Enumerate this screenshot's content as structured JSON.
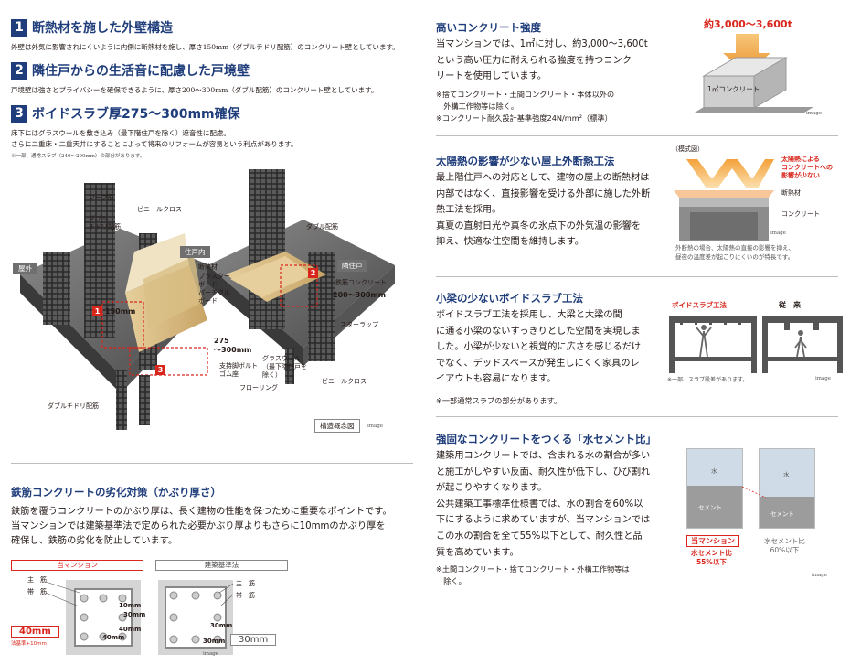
{
  "left": {
    "sections": [
      {
        "num": "1",
        "title": "断熱材を施した外壁構造",
        "body": [
          "外壁は外気に影響されにくいように内側に断熱材を施し、厚さ150mm（ダブルチドリ配筋）のコンクリート壁としています。"
        ]
      },
      {
        "num": "2",
        "title": "隣住戸からの生活音に配慮した戸境壁",
        "body": [
          "戸境壁は強さとプライバシーを確保できるように、厚さ200〜300mm（ダブル配筋）のコンクリート壁としています。"
        ]
      },
      {
        "num": "3",
        "title": "ボイドスラブ厚275〜300mm確保",
        "body": [
          "床下にはグラスウールを敷き込み（最下階住戸を除く）遮音性に配慮。",
          "さらに二重床・二重天井にすることによって将来のリフォームが容易という利点があります。"
        ],
        "note": "※一部、通常スラブ（240〜290mm）の部分があります。"
      }
    ],
    "diagram": {
      "labels": {
        "hoop": "フープ筋",
        "double_chidori": "ダブル\nチドリ配筋",
        "vinyl_cross_top": "ビニールクロス",
        "double_bar": "ダブル配筋",
        "outside": "屋外",
        "unit": "住戸内",
        "neighbor": "隣住戸",
        "insulation": "断熱材",
        "plaster_board": "プラスター\nボード",
        "particle_board": "パーチクル\nボード",
        "rebar_concrete": "鉄筋コンクリート",
        "thick_200_300": "200〜300mm",
        "thick_150": "150mm",
        "star_wrap": "スターラップ",
        "thick_275": "275\n〜300mm",
        "support_bolt": "支持脚ボルト\nゴム座",
        "glass_wool": "グラスウール\n（最下階住戸を\n除く）",
        "vinyl_cross_bottom": "ビニールクロス",
        "double_chidori_bottom": "ダブルチドリ配筋",
        "flooring": "フローリング",
        "badge1": "1",
        "badge2": "2",
        "badge3": "3"
      },
      "caption": "構造概念図",
      "image_tag": "image"
    },
    "cover": {
      "title": "鉄筋コンクリートの劣化対策（かぶり厚さ）",
      "body": [
        "鉄筋を覆うコンクリートのかぶり厚は、長く建物の性能を保つために重要なポイントです。",
        "当マンションでは建築基準法で定められた必要かぶり厚よりもさらに10mmのかぶり厚を",
        "確保し、鉄筋の劣化を防止しています。"
      ],
      "tab_left": "当マンション",
      "tab_right": "建築基準法",
      "main_bar": "主　筋",
      "hoop_bar": "帯　筋",
      "left_dims": {
        "a": "10mm",
        "b": "30mm",
        "c": "40mm",
        "d": "40mm"
      },
      "left_big": "40mm",
      "left_sub": "法基準+10mm",
      "right_dims": {
        "a": "30mm",
        "b": "30mm"
      },
      "right_big": "30mm",
      "image_tag": "image"
    }
  },
  "right": {
    "strength": {
      "title": "高いコンクリート強度",
      "body": [
        "当マンションでは、1㎡に対し、約3,000〜3,600t",
        "という高い圧力に耐えられる強度を持つコンク",
        "リートを使用しています。"
      ],
      "notes": [
        "※捨てコンクリート・土間コンクリート・本体以外の",
        "　外構工作物等は除く。",
        "※コンクリート耐久設計基準強度24N/mm²（標準）"
      ],
      "figure_value": "約3,000〜3,600t",
      "figure_label": "1㎡コンクリート",
      "image_tag": "image"
    },
    "roof": {
      "title": "太陽熱の影響が少ない屋上外断熱工法",
      "body": [
        "最上階住戸への対応として、建物の屋上の断熱材は",
        "内部ではなく、直接影響を受ける外部に施した外断",
        "熱工法を採用。",
        "真夏の直射日光や真冬の氷点下の外気温の影響を",
        "抑え、快適な住空間を維持します。"
      ],
      "figure_tag": "（模式図）",
      "heat_label": "太陽熱による\nコンクリートへの\n影響が少ない",
      "insulation_label": "断熱材",
      "concrete_label": "コンクリート",
      "caption": [
        "外断熱の場合、太陽熱の直接の影響を抑え、",
        "昼夜の温度差が起こりにくいのが特長です。"
      ],
      "image_tag": "image"
    },
    "void": {
      "title": "小梁の少ないボイドスラブ工法",
      "body": [
        "ボイドスラブ工法を採用し、大梁と大梁の間",
        "に通る小梁のないすっきりとした空間を実現しま",
        "した。小梁が少ないと視覚的に広さを感じるだけ",
        "でなく、デッドスペースが発生しにくく家具のレ",
        "イアウトも容易になります。"
      ],
      "note": "※一部通常スラブの部分があります。",
      "fig_left": "ボイドスラブ工法",
      "fig_right": "従　来",
      "fig_note": "※一部、スラブ段差があります。",
      "image_tag": "image"
    },
    "water": {
      "title": "強固なコンクリートをつくる「水セメント比」",
      "body": [
        "建築用コンクリートでは、含まれる水の割合が多い",
        "と施工がしやすい反面、耐久性が低下し、ひび割れ",
        "が起こりやすくなります。",
        "公共建築工事標準仕様書では、水の割合を60%以",
        "下にするように求めていますが、当マンションでは",
        "この水の割合を全て55%以下として、耐久性と品",
        "質を高めています。"
      ],
      "notes": [
        "※土間コンクリート・捨てコンクリート・外構工作物等は",
        "　除く。"
      ],
      "water_label": "水",
      "cement_label": "セメント",
      "left_tag": "当マンション",
      "left_ratio": "水セメント比\n55%以下",
      "right_ratio": "水セメント比\n60%以下",
      "image_tag": "image"
    }
  }
}
